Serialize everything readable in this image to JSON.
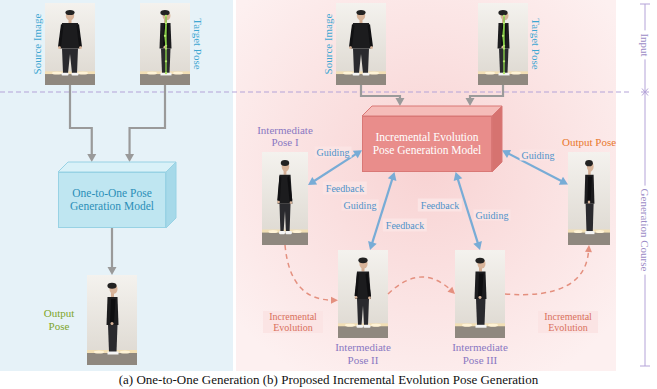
{
  "diagram": {
    "caption": "(a) One-to-One Generation (b) Proposed Incremental Evolution Pose Generation",
    "nodes": [
      {
        "text": [
          "Source Image"
        ]
      },
      {
        "text": [
          "Target Pose"
        ]
      },
      {
        "text": [
          "One-to-One Pose Generation Model"
        ]
      },
      {
        "text": [
          "Output Pose"
        ]
      },
      {
        "text": [
          "Source Image"
        ]
      },
      {
        "text": [
          "Target Pose"
        ]
      },
      {
        "text": [
          "Incremental Evolution Pose Generation Model"
        ]
      },
      {
        "text": [
          "Intermediate Pose I"
        ]
      },
      {
        "text": [
          "Intermediate Pose II"
        ]
      },
      {
        "text": [
          "Intermediate Pose III"
        ]
      },
      {
        "text": [
          "Output Pose"
        ]
      }
    ],
    "edges": [
      {
        "from": 0,
        "to": 2,
        "arrow": "to"
      },
      {
        "from": 1,
        "to": 2,
        "arrow": "to"
      },
      {
        "from": 2,
        "to": 3,
        "arrow": "to"
      },
      {
        "from": 4,
        "to": 6,
        "arrow": "to"
      },
      {
        "from": 5,
        "to": 6,
        "arrow": "to"
      },
      {
        "from": 6,
        "to": 7,
        "label": "Guiding",
        "arrow": "both"
      },
      {
        "from": 6,
        "to": 8,
        "label": "Guiding",
        "arrow": "both"
      },
      {
        "from": 6,
        "to": 9,
        "label": "Guiding",
        "arrow": "both"
      },
      {
        "from": 6,
        "to": 10,
        "label": "Guiding",
        "arrow": "both"
      },
      {
        "from": 7,
        "to": 8,
        "label": "Incremental Evolution",
        "arrow": "to"
      },
      {
        "from": 8,
        "to": 9,
        "arrow": "to"
      },
      {
        "from": 9,
        "to": 10,
        "label": "Incremental Evolution",
        "arrow": "to"
      }
    ],
    "labels": [
      "Feedback",
      "Feedback",
      "Feedback",
      "Input",
      "Generation Course"
    ]
  }
}
